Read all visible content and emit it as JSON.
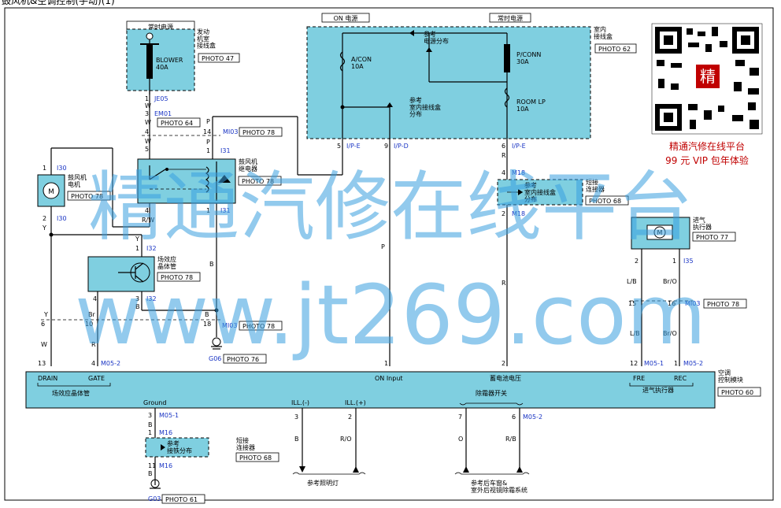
{
  "title": "鼓风机&空调控制(手动)(1)",
  "labels": {
    "constant_power_1": "常时电源",
    "on_power": "ON 电源",
    "constant_power_2": "常时电源",
    "engine_box": "发动\n机室\n接线盒",
    "blower_fuse": "BLOWER\n40A",
    "photo_47": "PHOTO 47",
    "je05": "JE05",
    "em01": "EM01",
    "photo_64": "PHOTO 64",
    "mi03": "MI03",
    "photo_78": "PHOTO 78",
    "i31": "I31",
    "i30": "I30",
    "blower_motor": "鼓风机\n电机",
    "blower_relay": "鼓风机\n继电器",
    "fet": "场效应\n晶体管",
    "i32": "I32",
    "rw": "R/W",
    "acon": "A/CON\n10A",
    "pconn": "P/CONN\n30A",
    "roomlp": "ROOM LP\n10A",
    "ref_power": "参考\n电源分布",
    "ref_junction": "参考\n室内接线盒\n分布",
    "indoor_box": "室内\n接线盒",
    "photo_62": "PHOTO 62",
    "ipe": "I/P-E",
    "ipd": "I/P-D",
    "m18": "M18",
    "short_conn": "短接\n连接器",
    "ref_indoor_junction": "参考\n室内接线盒\n分布",
    "photo_68": "PHOTO 68",
    "intake_actuator": "进气\n执行器",
    "photo_77": "PHOTO 77",
    "i35": "I35",
    "m05_1": "M05-1",
    "m05_2": "M05-2",
    "g06": "G06",
    "photo_76": "PHOTO 76",
    "ac_module": "空调\n控制模块",
    "photo_60": "PHOTO 60",
    "drain": "DRAIN",
    "gate": "GATE",
    "fet_label": "场效应晶体管",
    "on_input": "ON Input",
    "battery_voltage": "蓄电池电压",
    "fre": "FRE",
    "rec": "REC",
    "intake_label": "进气执行器",
    "ground": "Ground",
    "ill_minus": "ILL.(-)",
    "ill_plus": "ILL.(+)",
    "defrost_switch": "除霜器开关",
    "m16": "M16",
    "ref_ground": "参考\n接铁分布",
    "g03": "G03",
    "photo_61": "PHOTO 61",
    "ref_lamp": "参考照明灯",
    "ref_defrost": "参考后车窗&\n室外后视镜除霜系统",
    "watermark_cn": "精通汽修在线平台",
    "watermark_url": "www.jt269.com",
    "promo_line1": "精通汽修在线平台",
    "promo_line2": "99 元 VIP 包年体验",
    "qr_center": "精"
  },
  "wire_colors": {
    "W": "W",
    "Y": "Y",
    "B": "B",
    "P": "P",
    "R": "R",
    "Br": "Br",
    "LB": "L/B",
    "BrO": "Br/O",
    "RO": "R/O",
    "RB": "R/B",
    "O": "O"
  },
  "colors": {
    "box_fill": "#7fcfe0",
    "connector_blue": "#1a35c4",
    "watermark": "#3aa0e0",
    "promo_red": "#c00000"
  }
}
